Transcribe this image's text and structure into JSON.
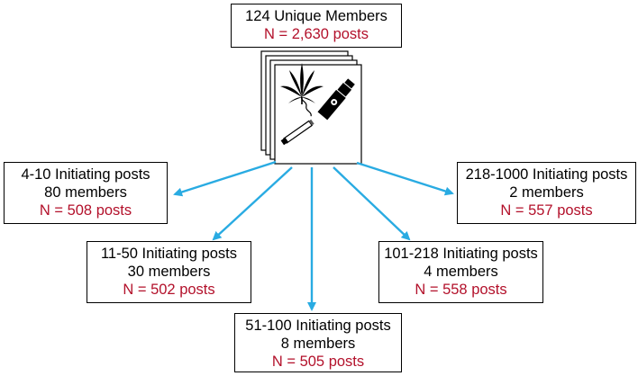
{
  "top": {
    "title": "124 Unique Members",
    "posts": "N = 2,630 posts"
  },
  "groups": [
    {
      "range": "4-10 Initiating posts",
      "members": "80 members",
      "posts": "N = 508 posts"
    },
    {
      "range": "11-50 Initiating posts",
      "members": "30 members",
      "posts": "N = 502 posts"
    },
    {
      "range": "51-100 Initiating posts",
      "members": "8 members",
      "posts": "N = 505 posts"
    },
    {
      "range": "101-218 Initiating posts",
      "members": "4 members",
      "posts": "N = 558 posts"
    },
    {
      "range": "218-1000 Initiating posts",
      "members": "2 members",
      "posts": "N = 557 posts"
    }
  ],
  "icons": [
    "cannabis-leaf-icon",
    "vape-pen-icon",
    "cigarette-icon"
  ],
  "colors": {
    "arrow": "#29abe2",
    "count_text": "#b3112b"
  }
}
